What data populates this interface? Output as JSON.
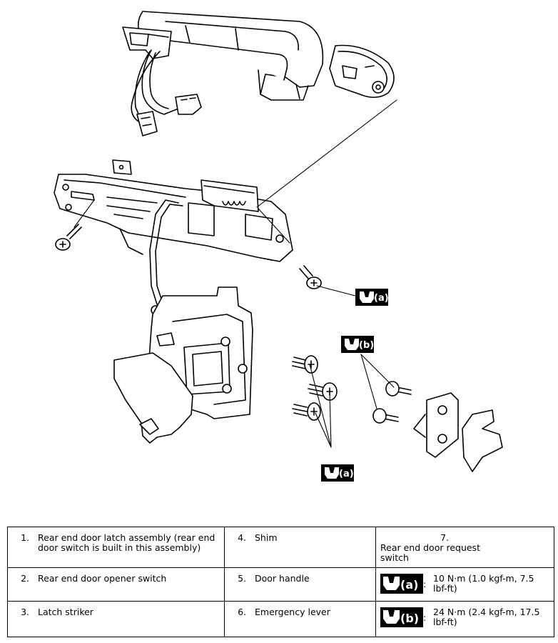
{
  "callouts": {
    "torque_a": "(a)",
    "torque_b": "(b)"
  },
  "legend": {
    "rows": [
      [
        {
          "num": "1.",
          "text": "Rear end door latch assembly (rear end door switch is built in this assembly)"
        },
        {
          "num": "4.",
          "text": "Shim"
        },
        {
          "num": "7.",
          "text": "Rear end door request switch"
        }
      ],
      [
        {
          "num": "2.",
          "text": "Rear end door opener switch"
        },
        {
          "num": "5.",
          "text": "Door handle"
        },
        {
          "symbol": "(a)",
          "colon": ":",
          "text": "10 N·m (1.0 kgf-m, 7.5 lbf-ft)"
        }
      ],
      [
        {
          "num": "3.",
          "text": "Latch striker"
        },
        {
          "num": "6.",
          "text": "Emergency lever"
        },
        {
          "symbol": "(b)",
          "colon": ":",
          "text": "24 N·m (2.4 kgf-m, 17.5 lbf-ft)"
        }
      ]
    ]
  },
  "colors": {
    "line": "#000000",
    "callout_bg": "#000000",
    "callout_text": "#ffffff"
  }
}
